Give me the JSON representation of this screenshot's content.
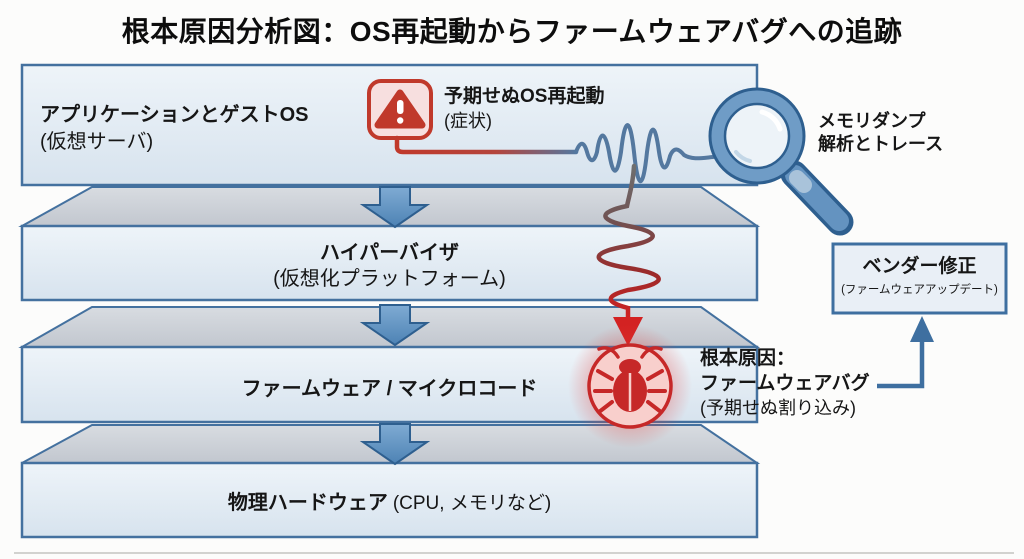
{
  "title": "根本原因分析図：OS再起動からファームウェアバグへの追跡",
  "layers": [
    {
      "title": "アプリケーションとゲストOS",
      "subtitle": "(仮想サーバ)"
    },
    {
      "title": "ハイパーバイザ",
      "subtitle": "(仮想化プラットフォーム)"
    },
    {
      "title": "ファームウェア / マイクロコード"
    },
    {
      "title": "物理ハードウェア",
      "subtitle": "(CPU, メモリなど)"
    }
  ],
  "annotations": {
    "symptom": {
      "title": "予期せぬOS再起動",
      "subtitle": "(症状)"
    },
    "analysis": {
      "line1": "メモリダンプ",
      "line2": "解析とトレース"
    },
    "root_cause": {
      "line1": "根本原因：",
      "line2": "ファームウェアバグ",
      "line3": "(予期せぬ割り込み)"
    },
    "vendor_fix": {
      "title": "ベンダー修正",
      "subtitle": "(ファームウェアアップデート)"
    }
  },
  "icons": {
    "warning": "warning-triangle-icon",
    "magnifier": "magnifier-icon",
    "bug": "bug-icon",
    "layer_flow": "down-block-arrow-icon",
    "fix_flow": "up-arrow-icon"
  },
  "colors": {
    "layer_face": "#e4edf5",
    "layer_top": "#c9ced6",
    "layer_border": "#44719f",
    "arrow_blue": "#5f93c3",
    "alert_red": "#c0392b",
    "alert_pink": "#f7dfdf",
    "trace_blue": "#54789f",
    "vendor_border": "#3e6fa0",
    "background": "#fcfcfb"
  }
}
